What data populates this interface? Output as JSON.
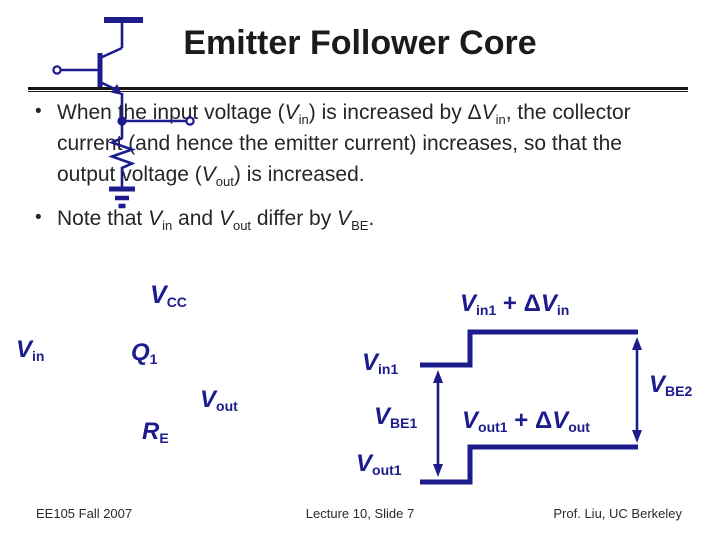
{
  "colors": {
    "diagram_navy": "#1c1c8c",
    "body_text": "#262626",
    "title_text": "#1b1b1b"
  },
  "title": "Emitter Follower Core",
  "bullet_marker": "•",
  "bullets": [
    {
      "segments": [
        {
          "style": "plain",
          "text": "When the input voltage ("
        },
        {
          "style": "italic",
          "text": "V"
        },
        {
          "style": "sub",
          "text": "in"
        },
        {
          "style": "plain",
          "text": ") is increased by "
        },
        {
          "style": "plain",
          "text": "Δ"
        },
        {
          "style": "italic",
          "text": "V"
        },
        {
          "style": "sub",
          "text": "in"
        },
        {
          "style": "plain",
          "text": ", the collector current (and hence the emitter current) increases, so that the output voltage ("
        },
        {
          "style": "italic",
          "text": "V"
        },
        {
          "style": "sub",
          "text": "out"
        },
        {
          "style": "plain",
          "text": ") is increased."
        }
      ]
    },
    {
      "segments": [
        {
          "style": "plain",
          "text": "Note that "
        },
        {
          "style": "italic",
          "text": "V"
        },
        {
          "style": "sub",
          "text": "in"
        },
        {
          "style": "plain",
          "text": " and "
        },
        {
          "style": "italic",
          "text": "V"
        },
        {
          "style": "sub",
          "text": "out"
        },
        {
          "style": "plain",
          "text": " differ by "
        },
        {
          "style": "italic",
          "text": "V"
        },
        {
          "style": "sub",
          "text": "BE"
        },
        {
          "style": "plain",
          "text": "."
        }
      ]
    }
  ],
  "circuit_labels": {
    "vcc": {
      "segments": [
        {
          "style": "italic",
          "text": "V"
        },
        {
          "style": "sub",
          "text": "CC"
        }
      ]
    },
    "vin": {
      "segments": [
        {
          "style": "italic",
          "text": "V"
        },
        {
          "style": "sub",
          "text": "in"
        }
      ]
    },
    "q1": {
      "segments": [
        {
          "style": "italic",
          "text": "Q"
        },
        {
          "style": "sub",
          "text": "1"
        }
      ]
    },
    "vout": {
      "segments": [
        {
          "style": "italic",
          "text": "V"
        },
        {
          "style": "sub",
          "text": "out"
        }
      ]
    },
    "re": {
      "segments": [
        {
          "style": "italic",
          "text": "R"
        },
        {
          "style": "sub",
          "text": "E"
        }
      ]
    }
  },
  "waveform_labels": {
    "vin1_plus_dvin": {
      "segments": [
        {
          "style": "italic",
          "text": "V"
        },
        {
          "style": "sub",
          "text": "in1"
        },
        {
          "style": "plain",
          "text": " + "
        },
        {
          "style": "plain",
          "text": "Δ"
        },
        {
          "style": "italic",
          "text": "V"
        },
        {
          "style": "sub",
          "text": "in"
        }
      ]
    },
    "vin1": {
      "segments": [
        {
          "style": "italic",
          "text": "V"
        },
        {
          "style": "sub",
          "text": "in1"
        }
      ]
    },
    "vbe1": {
      "segments": [
        {
          "style": "italic",
          "text": "V"
        },
        {
          "style": "sub",
          "text": "BE1"
        }
      ]
    },
    "vout1_plus_dvout": {
      "segments": [
        {
          "style": "italic",
          "text": "V"
        },
        {
          "style": "sub",
          "text": "out1"
        },
        {
          "style": "plain",
          "text": " + "
        },
        {
          "style": "plain",
          "text": "Δ"
        },
        {
          "style": "italic",
          "text": "V"
        },
        {
          "style": "sub",
          "text": "out"
        }
      ]
    },
    "vout1": {
      "segments": [
        {
          "style": "italic",
          "text": "V"
        },
        {
          "style": "sub",
          "text": "out1"
        }
      ]
    },
    "vbe2": {
      "segments": [
        {
          "style": "italic",
          "text": "V"
        },
        {
          "style": "sub",
          "text": "BE2"
        }
      ]
    }
  },
  "footer": {
    "left": "EE105 Fall 2007",
    "center": "Lecture 10, Slide 7",
    "right": "Prof. Liu, UC Berkeley"
  }
}
